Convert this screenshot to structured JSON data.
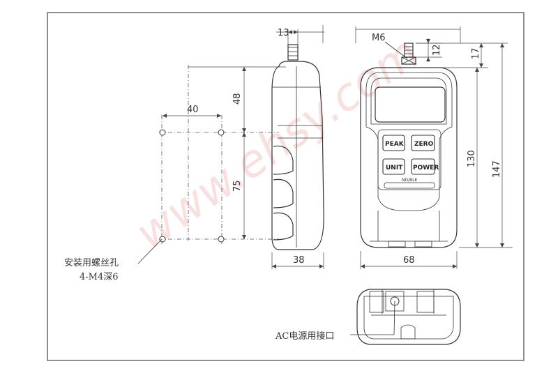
{
  "watermark": "www.ehsy.com",
  "dimensions": {
    "thread_len": "13",
    "thread_size": "M6",
    "thread_gap": "12",
    "top_offset": "17",
    "hole_vertical_1": "48",
    "hole_horizontal": "40",
    "hole_vertical_2": "75",
    "overall_height": "147",
    "body_height": "130",
    "side_width": "38",
    "front_width": "68"
  },
  "keys": {
    "peak": "PEAK",
    "zero": "ZERO",
    "unit": "UNIT",
    "power": "POWER",
    "small_label": "ND/BLE"
  },
  "notes": {
    "mount_holes_line1": "安装用螺丝孔",
    "mount_holes_line2": "4-M4深6",
    "ac_port": "AC电源用接口"
  }
}
